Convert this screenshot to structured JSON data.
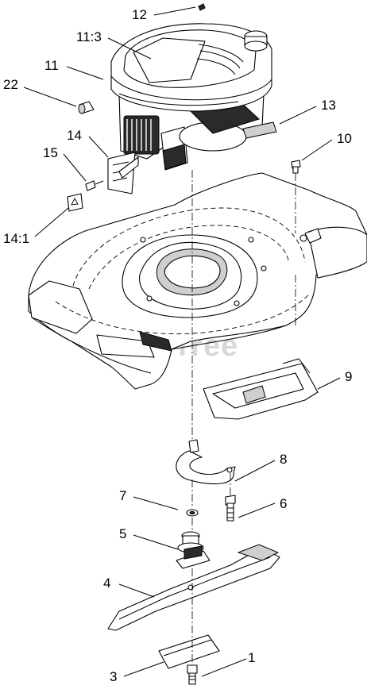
{
  "diagram": {
    "watermark": "PartsTree",
    "callouts": [
      {
        "id": "12",
        "text": "12"
      },
      {
        "id": "11-3",
        "text": "11:3"
      },
      {
        "id": "11",
        "text": "11"
      },
      {
        "id": "22",
        "text": "22"
      },
      {
        "id": "13",
        "text": "13"
      },
      {
        "id": "14",
        "text": "14"
      },
      {
        "id": "10",
        "text": "10"
      },
      {
        "id": "15",
        "text": "15"
      },
      {
        "id": "14-1",
        "text": "14:1"
      },
      {
        "id": "9",
        "text": "9"
      },
      {
        "id": "8",
        "text": "8"
      },
      {
        "id": "7",
        "text": "7"
      },
      {
        "id": "6",
        "text": "6"
      },
      {
        "id": "5",
        "text": "5"
      },
      {
        "id": "4",
        "text": "4"
      },
      {
        "id": "1",
        "text": "1"
      },
      {
        "id": "3",
        "text": "3"
      }
    ],
    "colors": {
      "line": "#000000",
      "background": "#ffffff",
      "watermark": "#d8d8d8"
    }
  }
}
